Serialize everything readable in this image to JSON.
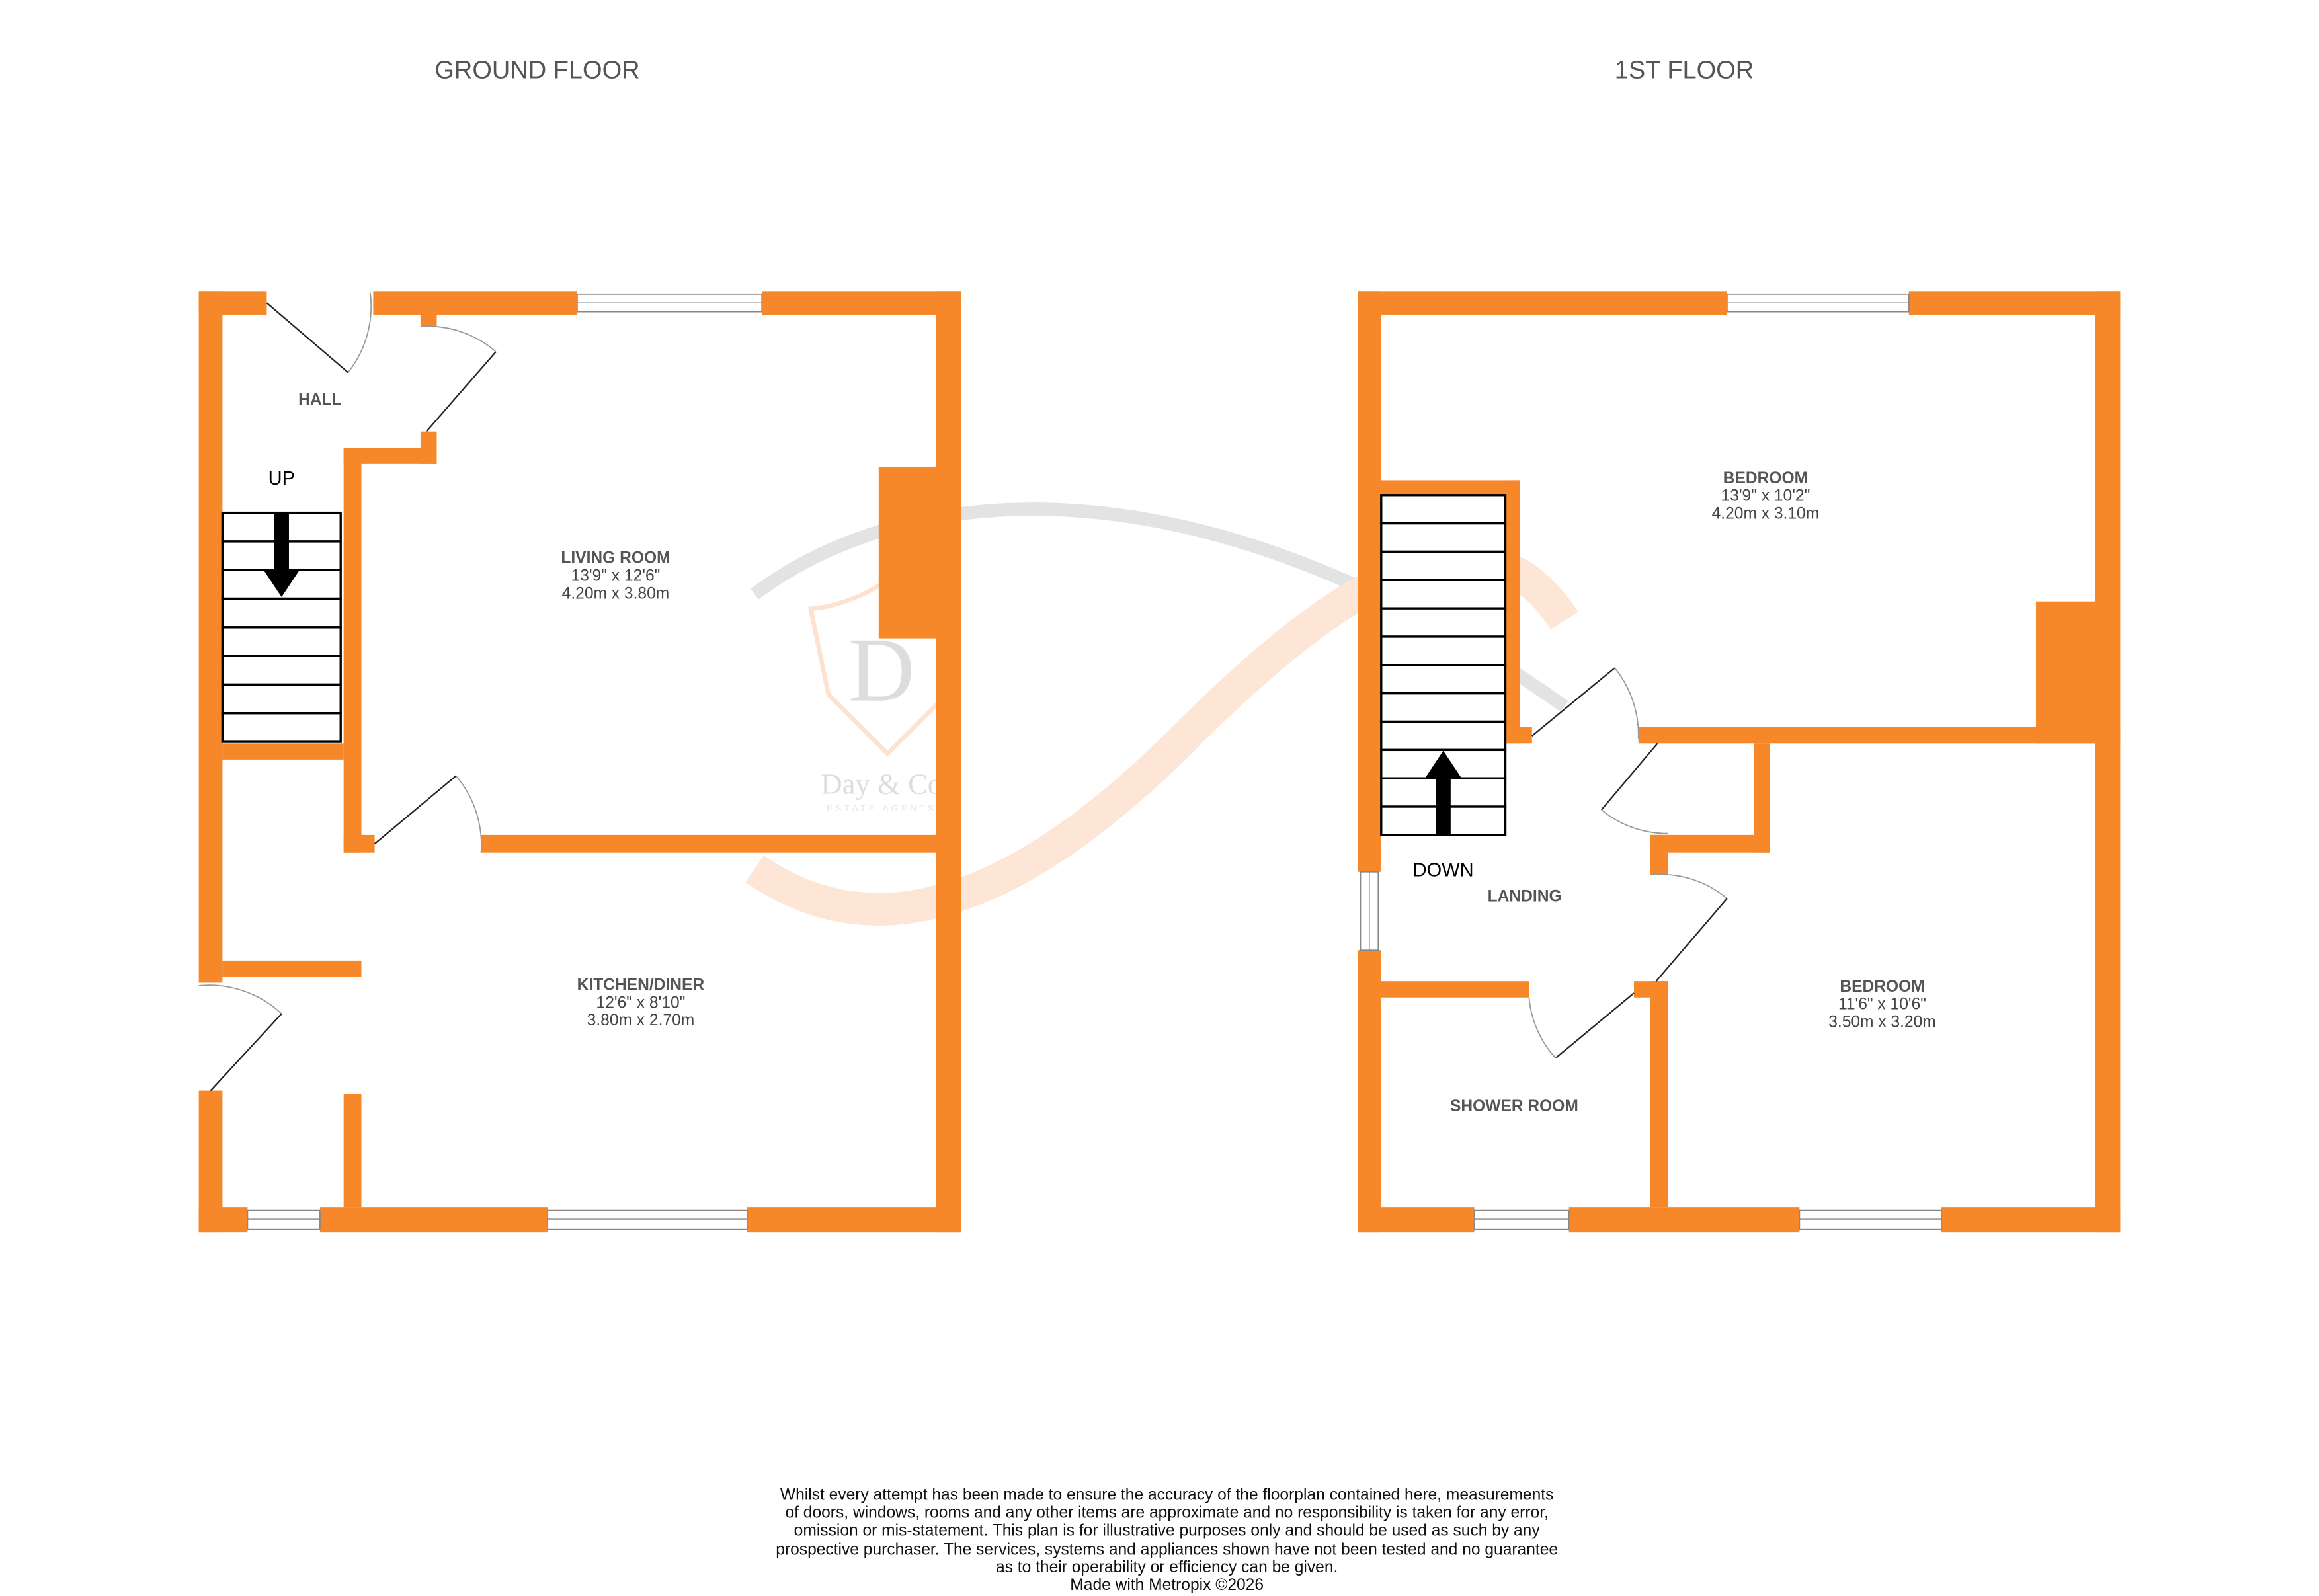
{
  "floors": [
    {
      "title": "GROUND FLOOR",
      "stairs_label": "UP",
      "rooms": [
        {
          "name": "HALL"
        },
        {
          "name": "LIVING ROOM",
          "imperial": "13'9\"  x 12'6\"",
          "metric": "4.20m  x 3.80m"
        },
        {
          "name": "KITCHEN/DINER",
          "imperial": "12'6\"  x 8'10\"",
          "metric": "3.80m  x 2.70m"
        }
      ]
    },
    {
      "title": "1ST FLOOR",
      "stairs_label": "DOWN",
      "rooms": [
        {
          "name": "BEDROOM",
          "imperial": "13'9\"  x 10'2\"",
          "metric": "4.20m  x 3.10m"
        },
        {
          "name": "LANDING"
        },
        {
          "name": "BEDROOM",
          "imperial": "11'6\"  x 10'6\"",
          "metric": "3.50m  x 3.20m"
        },
        {
          "name": "SHOWER ROOM"
        }
      ]
    }
  ],
  "watermark": {
    "brand": "Day & Co",
    "tagline": "ESTATE AGENTS",
    "monogram": "D"
  },
  "disclaimer": [
    "Whilst every attempt has been made to ensure the accuracy of the floorplan contained here, measurements",
    "of doors, windows, rooms and any other items are approximate and no responsibility is taken for any error,",
    "omission or mis-statement. This plan is for illustrative purposes only and should be used as such by any",
    "prospective purchaser. The services, systems and appliances shown have not been tested and no guarantee",
    "as to their operability or efficiency can be given.",
    "Made with Metropix ©2026"
  ],
  "colors": {
    "wall": "#F7882A",
    "text": "#555555"
  }
}
